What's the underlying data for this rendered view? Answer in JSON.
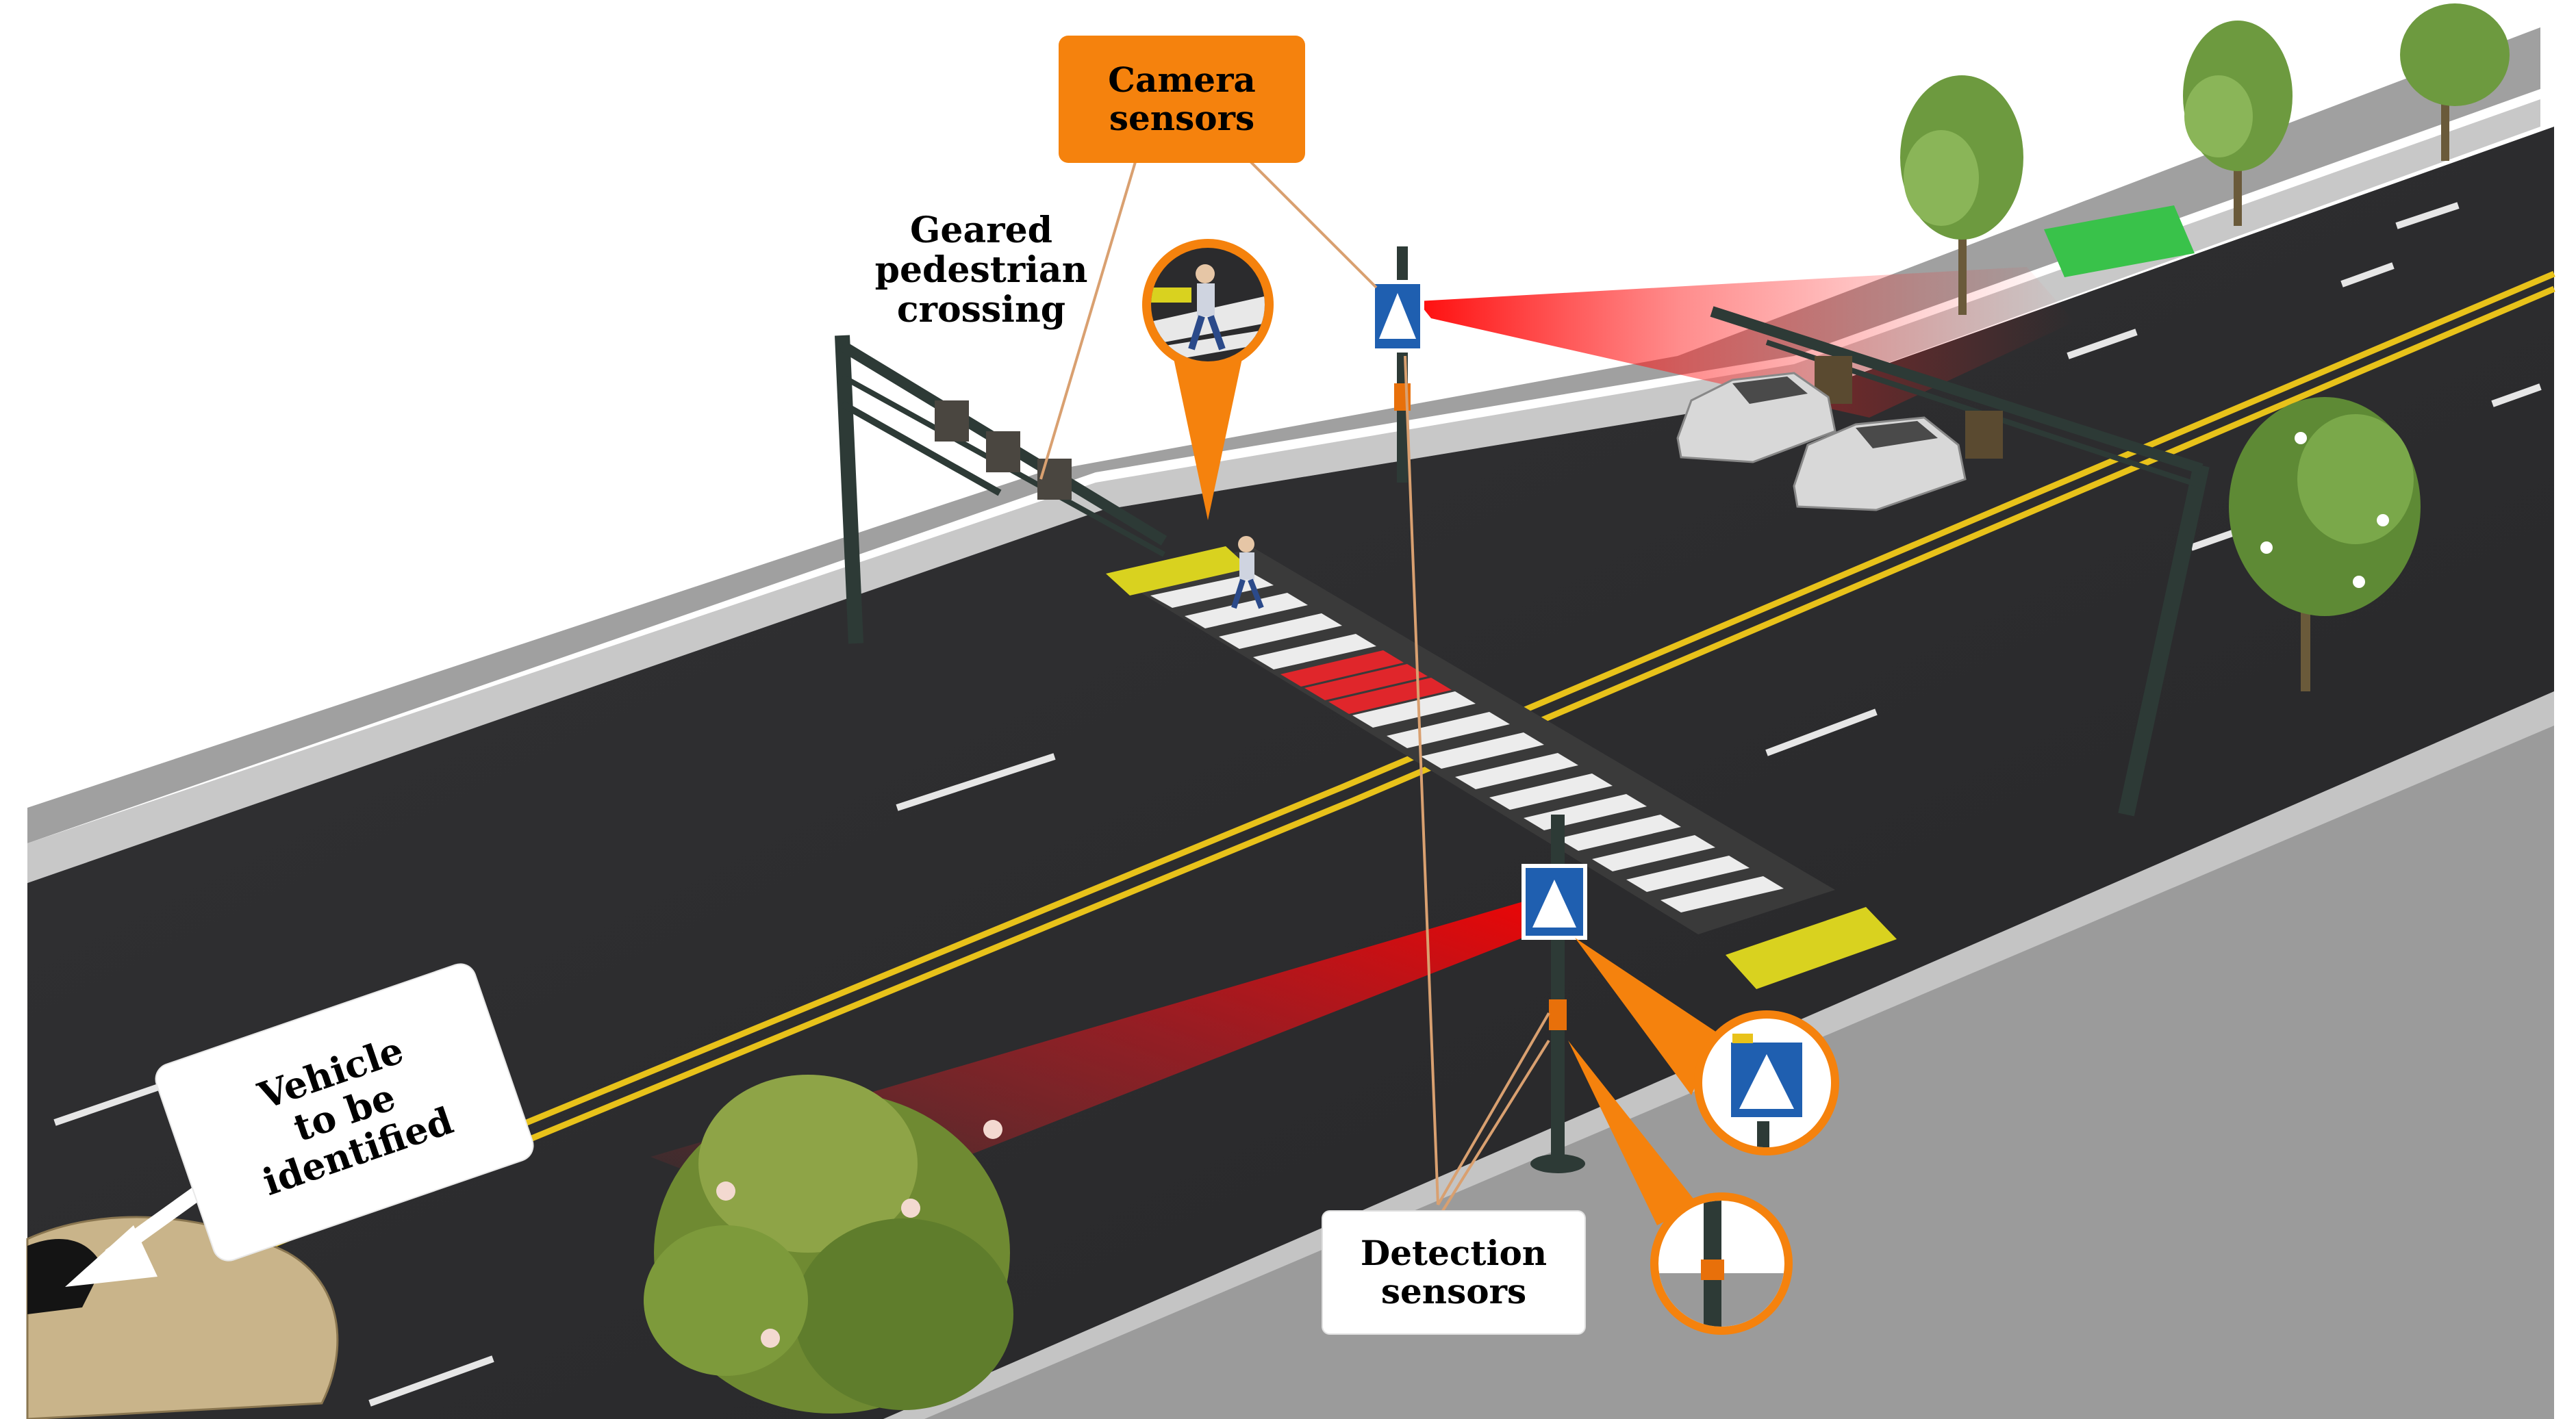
{
  "labels": {
    "camera": [
      "Camera",
      "sensors"
    ],
    "geared": [
      "Geared",
      "pedestrian",
      "crossing"
    ],
    "vehicle": [
      "Vehicle",
      "to be",
      "identified"
    ],
    "detection": [
      "Detection",
      "sensors"
    ]
  },
  "colors": {
    "callout_orange": "#f5820d",
    "asphalt": "#2b2b2d",
    "sidewalk": "#9a9a9a",
    "curb": "#c4c4c4",
    "center_line": "#e8c21a",
    "crosswalk_white": "#ededed",
    "crosswalk_red": "#e0262b",
    "tactile_yellow": "#d9d21f",
    "green_zone": "#39c24a",
    "beam_red": "#e8121c",
    "pole": "#2d3a36",
    "sign_blue": "#1f5fb0"
  },
  "icons": [
    "pedestrian-crossing-sign-icon",
    "pedestrian-icon",
    "tree-icon",
    "car-icon",
    "arrow-icon",
    "traffic-light-icon"
  ]
}
